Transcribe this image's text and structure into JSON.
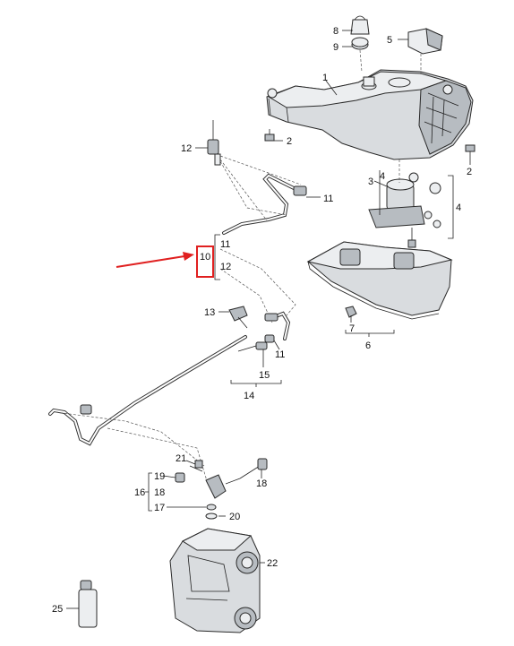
{
  "callouts": {
    "p1": "1",
    "p2a": "2",
    "p2b": "2",
    "p3": "3",
    "p4": "4",
    "p5": "5",
    "p6": "6",
    "p7": "7",
    "p8": "8",
    "p9": "9",
    "p10": "10",
    "p11a": "11",
    "p11b": "11",
    "p11c": "11",
    "p12a": "12",
    "p12b": "12",
    "p13": "13",
    "p14": "14",
    "p15": "15",
    "p16": "16",
    "p17": "17",
    "p18a": "18",
    "p18b": "18",
    "p19": "19",
    "p20": "20",
    "p21": "21",
    "p22": "22",
    "p25": "25"
  },
  "highlight_color": "#e02020",
  "arrow_color": "#e02020"
}
